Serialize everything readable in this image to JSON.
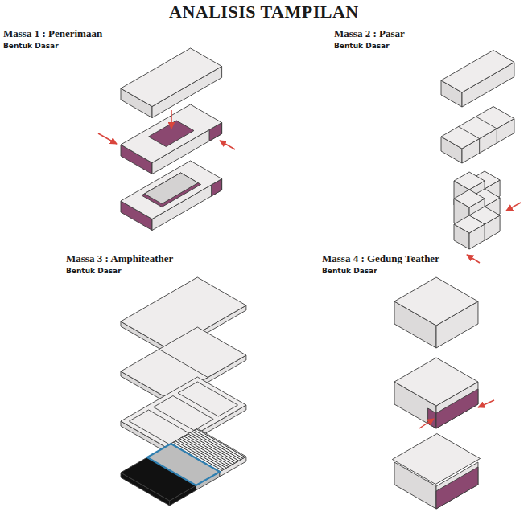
{
  "diagram": {
    "title": "ANALISIS TAMPILAN",
    "labels": [
      "Massa 1 : Penerimaan",
      "Bentuk Dasar",
      "Massa 2 : Pasar",
      "Bentuk Dasar",
      "Massa 3 : Amphiteather",
      "Bentuk Dasar",
      "Massa 4 : Gedung Teather",
      "Bentuk Dasar"
    ]
  }
}
